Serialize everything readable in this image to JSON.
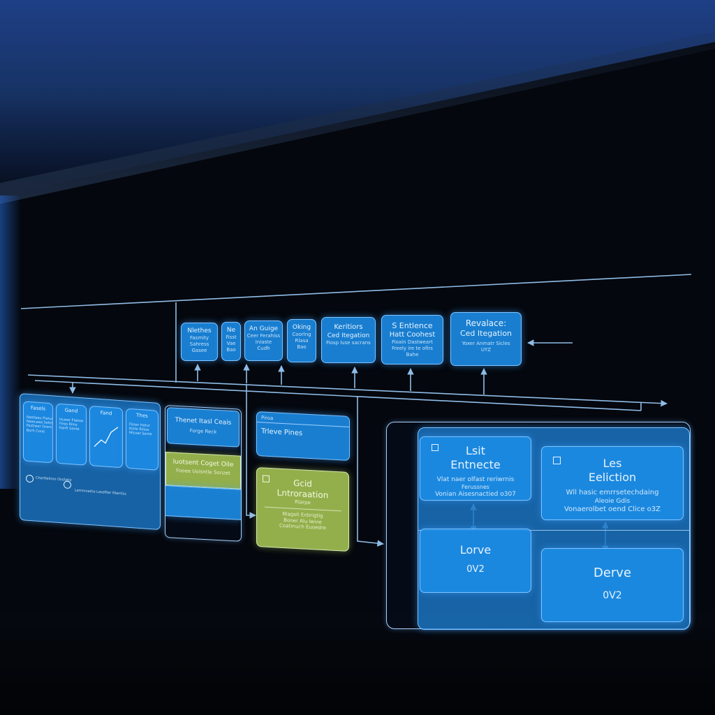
{
  "top_row": [
    {
      "title": "Nlethes",
      "lines": [
        "Fasmity",
        "Sahress",
        "Gasee"
      ]
    },
    {
      "title": "Ne",
      "lines": [
        "Fisst",
        "Vae",
        "Bao"
      ]
    },
    {
      "title": "An Guige",
      "lines": [
        "Ceer Ferahiss",
        "Iniaste",
        "Cudh"
      ]
    },
    {
      "title": "Oking",
      "lines": [
        "Coorlng",
        "Rlasa",
        "Bao"
      ]
    },
    {
      "title": "Keritiors",
      "subtitle": "Ced Itegation",
      "lines": [
        "Fiosp luse sacrans"
      ]
    },
    {
      "title": "S Entlence",
      "subtitle": "Hatt Coohest",
      "lines": [
        "Fioain Dastweart",
        "Freely ire te ofirs",
        "Bahe"
      ]
    },
    {
      "title": "Revalace:",
      "subtitle": "Ced Itegation",
      "lines": [
        "Yoxer Anmatr Sicles",
        "UYZ"
      ]
    }
  ],
  "dashboard": {
    "cards": [
      {
        "title": "Fasels",
        "lines": [
          "Nastlasu Flatur",
          "Nawcaad Seite",
          "Fastlwer Grere",
          "Borh Cone"
        ]
      },
      {
        "title": "Gand",
        "lines": [
          "Huwer Flatow",
          "Fireo Rilns",
          "Kanfi Sente"
        ]
      },
      {
        "title": "Fand"
      },
      {
        "title": "Thes",
        "lines": [
          "Fisser Hatur",
          "Kiote Rilsss",
          "Mlcoat Sente"
        ]
      }
    ],
    "footer": [
      "Chartfeliron Ossfatle",
      "Lemmnaitie Laseflier Nlanitss"
    ]
  },
  "middle_panel": {
    "header_title": "Thenet Itasl Ceais",
    "header_sub": "Forge Reck",
    "green_title": "Iuotsent Coget Oile",
    "green_sub": "Fooee Uoisntle Sonzet"
  },
  "right_small_panel": {
    "label": "Piroa",
    "title": "Trleve Pines"
  },
  "green_card": {
    "title_line1": "Gcid",
    "title_line2": "Lntroraation",
    "subtitle": "Rlarpe",
    "lines": [
      "Nlagsit Enbrigtig",
      "Boner Alu lwine",
      "Coatmuch Euoedre"
    ]
  },
  "right_group": {
    "boxes": [
      {
        "title_line1": "Lsit",
        "title_line2": "Entnecte",
        "lines": [
          "Vlat naer olfast reriwrnis",
          "Ferussnes",
          "Vonian Aisesnactied o307"
        ]
      },
      {
        "title_line1": "Les",
        "title_line2": "Eeliction",
        "lines": [
          "Wll hasic emrrsetechdaing",
          "Aleoie Gdis",
          "Vonaerolbet oend Clice o3Z"
        ]
      },
      {
        "title": "Lorve",
        "sub": "0V2"
      },
      {
        "title": "Derve",
        "sub": "0V2"
      }
    ]
  }
}
